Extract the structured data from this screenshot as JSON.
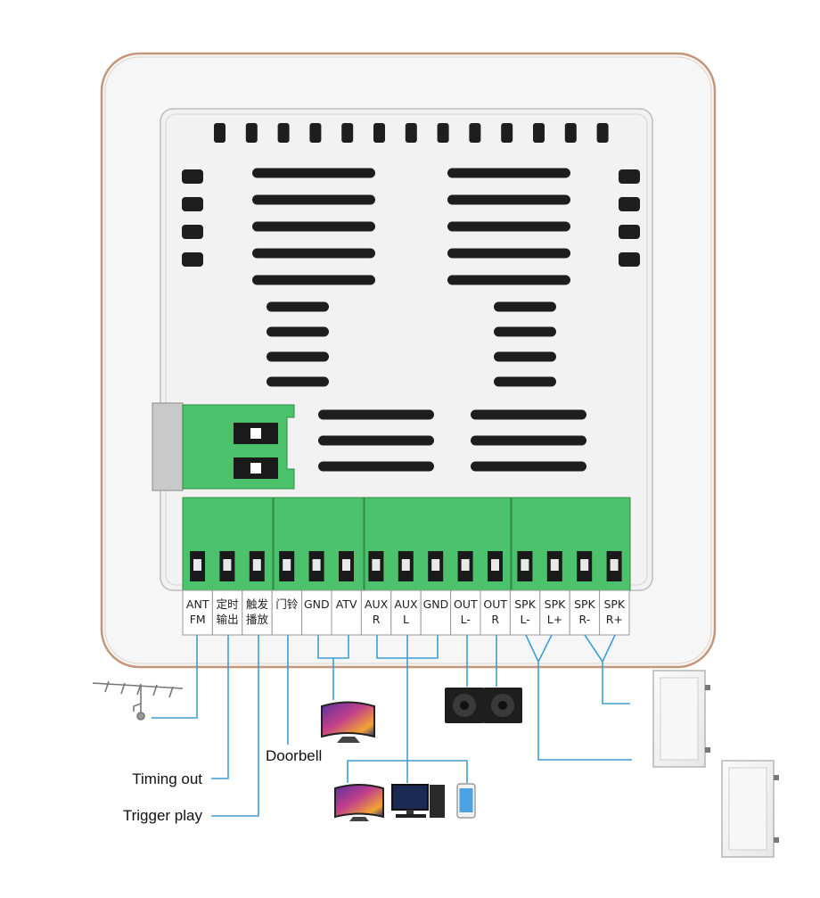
{
  "terminals": [
    {
      "line1": "ANT",
      "line2": "FM"
    },
    {
      "line1": "定时",
      "line2": "输出"
    },
    {
      "line1": "触发",
      "line2": "播放"
    },
    {
      "line1": "门铃",
      "line2": ""
    },
    {
      "line1": "GND",
      "line2": ""
    },
    {
      "line1": "ATV",
      "line2": ""
    },
    {
      "line1": "AUX",
      "line2": "R"
    },
    {
      "line1": "AUX",
      "line2": "L"
    },
    {
      "line1": "GND",
      "line2": ""
    },
    {
      "line1": "OUT",
      "line2": "L-"
    },
    {
      "line1": "OUT",
      "line2": "R"
    },
    {
      "line1": "SPK",
      "line2": "L-"
    },
    {
      "line1": "SPK",
      "line2": "L+"
    },
    {
      "line1": "SPK",
      "line2": "R-"
    },
    {
      "line1": "SPK",
      "line2": "R+"
    }
  ],
  "captions": {
    "timing_out": "Timing out",
    "trigger_play": "Trigger play",
    "doorbell": "Doorbell"
  },
  "icons": {
    "antenna": "fm-antenna-icon",
    "tv": "tv-icon",
    "speakers": "powered-speakers-icon",
    "sources": [
      "tv-icon",
      "desktop-computer-icon",
      "smartphone-icon"
    ],
    "ceiling_speakers": "ceiling-speaker-icon"
  },
  "colors": {
    "frame": "#c4977a",
    "panel": "#f4f4f4",
    "terminal_green": "#4bc26b",
    "wire_blue": "#3e9ed6",
    "vent": "#1e1e1e"
  }
}
